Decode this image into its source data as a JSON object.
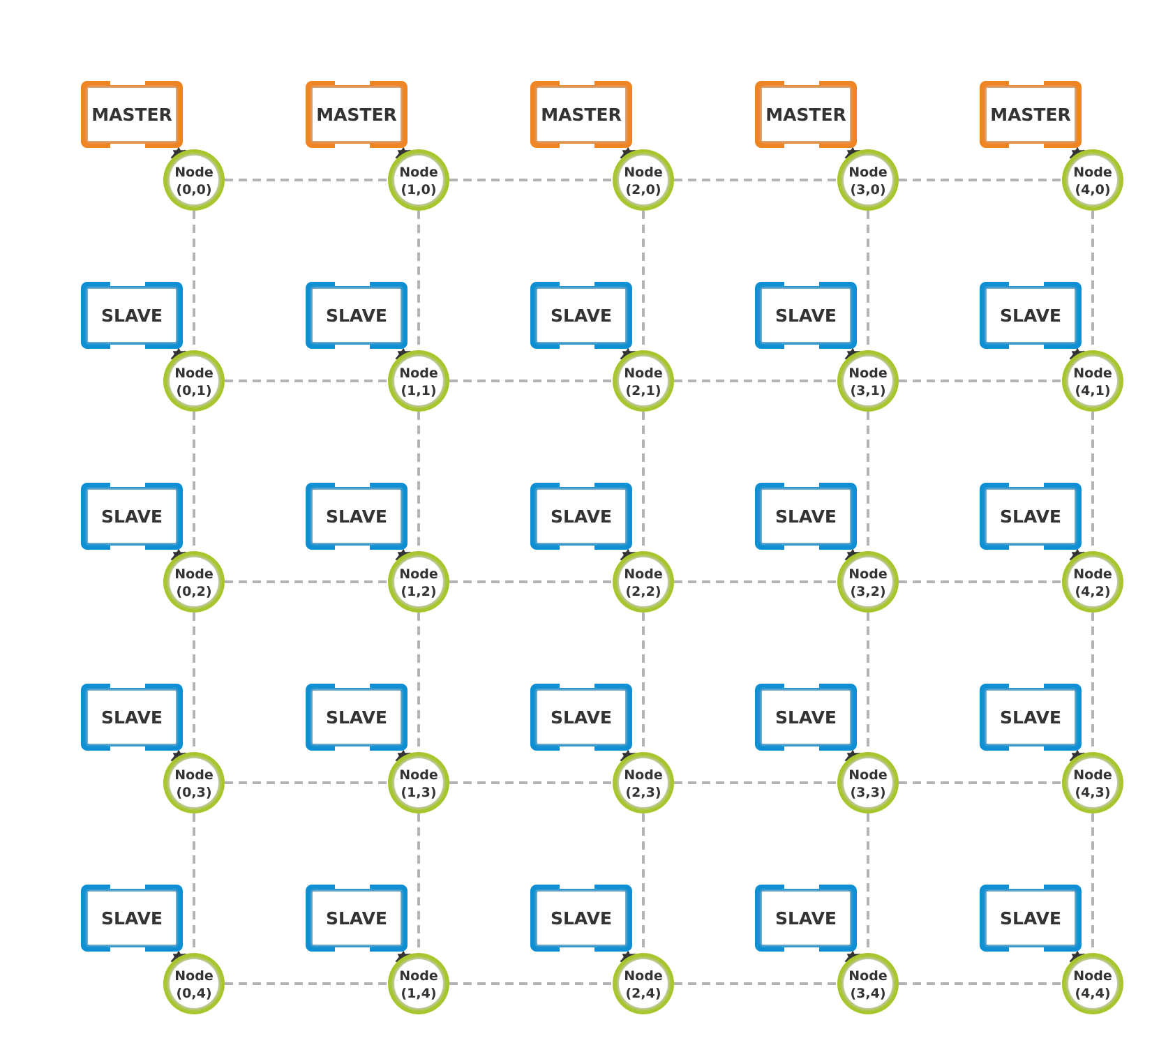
{
  "colors": {
    "master": "#ef8423",
    "slave": "#0f8fd3",
    "node": "#a6c62b",
    "link": "#b3b3b3",
    "arrow": "#333333",
    "text": "#333333"
  },
  "node_label": "Node",
  "rows": [
    {
      "role": "master",
      "cells": [
        {
          "box_label": "MASTER",
          "coord": "(0,0)"
        },
        {
          "box_label": "MASTER",
          "coord": "(1,0)"
        },
        {
          "box_label": "MASTER",
          "coord": "(2,0)"
        },
        {
          "box_label": "MASTER",
          "coord": "(3,0)"
        },
        {
          "box_label": "MASTER",
          "coord": "(4,0)"
        }
      ]
    },
    {
      "role": "slave",
      "cells": [
        {
          "box_label": "SLAVE",
          "coord": "(0,1)"
        },
        {
          "box_label": "SLAVE",
          "coord": "(1,1)"
        },
        {
          "box_label": "SLAVE",
          "coord": "(2,1)"
        },
        {
          "box_label": "SLAVE",
          "coord": "(3,1)"
        },
        {
          "box_label": "SLAVE",
          "coord": "(4,1)"
        }
      ]
    },
    {
      "role": "slave",
      "cells": [
        {
          "box_label": "SLAVE",
          "coord": "(0,2)"
        },
        {
          "box_label": "SLAVE",
          "coord": "(1,2)"
        },
        {
          "box_label": "SLAVE",
          "coord": "(2,2)"
        },
        {
          "box_label": "SLAVE",
          "coord": "(3,2)"
        },
        {
          "box_label": "SLAVE",
          "coord": "(4,2)"
        }
      ]
    },
    {
      "role": "slave",
      "cells": [
        {
          "box_label": "SLAVE",
          "coord": "(0,3)"
        },
        {
          "box_label": "SLAVE",
          "coord": "(1,3)"
        },
        {
          "box_label": "SLAVE",
          "coord": "(2,3)"
        },
        {
          "box_label": "SLAVE",
          "coord": "(3,3)"
        },
        {
          "box_label": "SLAVE",
          "coord": "(4,3)"
        }
      ]
    },
    {
      "role": "slave",
      "cells": [
        {
          "box_label": "SLAVE",
          "coord": "(0,4)"
        },
        {
          "box_label": "SLAVE",
          "coord": "(1,4)"
        },
        {
          "box_label": "SLAVE",
          "coord": "(2,4)"
        },
        {
          "box_label": "SLAVE",
          "coord": "(3,4)"
        },
        {
          "box_label": "SLAVE",
          "coord": "(4,4)"
        }
      ]
    }
  ]
}
